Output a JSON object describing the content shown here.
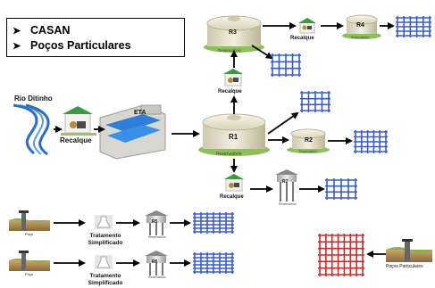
{
  "legend": {
    "items": [
      "CASAN",
      "Poços Particulares"
    ],
    "bullet_icon": "arrow-bullet-icon"
  },
  "labels": {
    "rio": "Rio Ditinho",
    "recalque_main": "Recalque",
    "eta": "ETA",
    "r1": "R1",
    "r1_sub": "Reservatório",
    "r2": "R2",
    "r2_sub": "Reservatório",
    "r3": "R3",
    "r3_sub": "Reservatório",
    "r4": "R4",
    "r4_sub": "Reservatório",
    "recalque_r3": "Recalque",
    "recalque_r4": "Recalque",
    "recalque_r7": "Recalque",
    "r7": "R7",
    "r7_sub": "Reservatório",
    "poco1": "Poço",
    "tratamento1": "Tratamento Simplificado",
    "r5": "R5",
    "r5_sub": "Reservatório",
    "poco2": "Poço",
    "tratamento2": "Tratamento Simplificado",
    "r6": "R6",
    "r6_sub": "Reservatório",
    "pocos_particulares": "Poços Particulares"
  },
  "colors": {
    "network_blue": "#3a5cc7",
    "network_red": "#cc2a2a",
    "pump_roof": "#3c9a3c",
    "reservoir_body": "#e8e3cf",
    "reservoir_roof": "#f2efe0",
    "eta_water": "#2f7fd9",
    "river": "#2a6fc0"
  }
}
